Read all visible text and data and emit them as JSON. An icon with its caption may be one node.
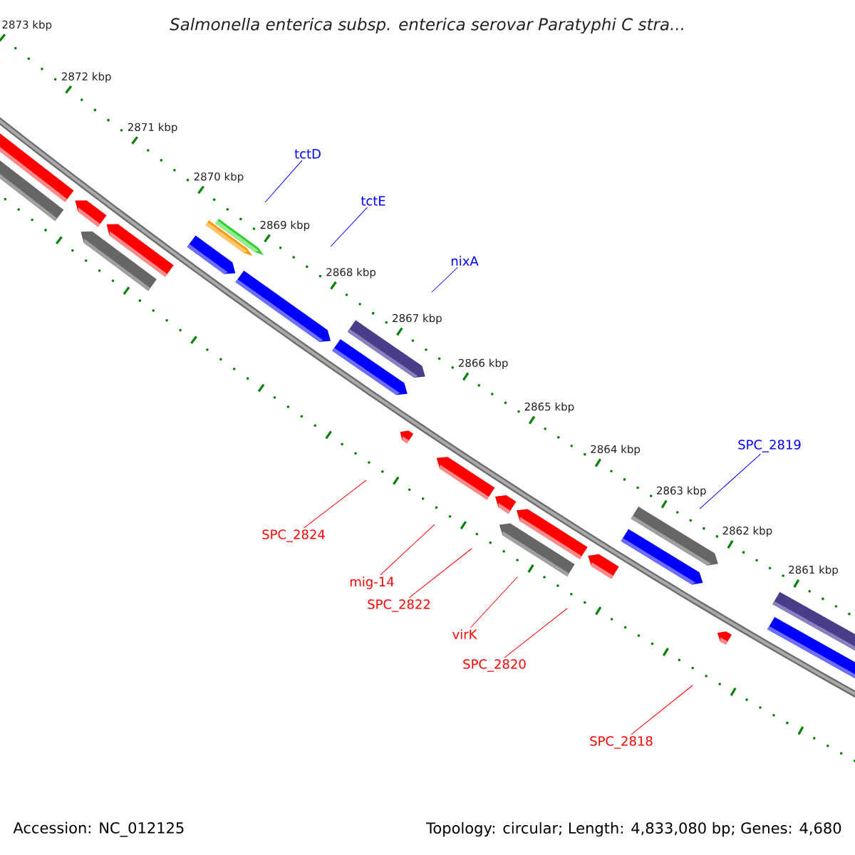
{
  "diagram": {
    "title": "Salmonella enterica subsp. enterica serovar Paratyphi C stra...",
    "nodes": [
      {
        "text": [
          "tctD"
        ]
      },
      {
        "text": [
          "tctE"
        ]
      },
      {
        "text": [
          "nixA"
        ]
      },
      {
        "text": [
          "SPC_2819"
        ]
      },
      {
        "text": [
          "SPC_2824"
        ]
      },
      {
        "text": [
          "mig-14"
        ]
      },
      {
        "text": [
          "SPC_2822"
        ]
      },
      {
        "text": [
          "virK"
        ]
      },
      {
        "text": [
          "SPC_2820"
        ]
      },
      {
        "text": [
          "SPC_2818"
        ]
      }
    ],
    "edges": [
      {
        "from": 0,
        "to": null,
        "arrow": "none",
        "color": "#0000ff"
      },
      {
        "from": 1,
        "to": null,
        "arrow": "none",
        "color": "#0000ff"
      },
      {
        "from": 2,
        "to": null,
        "arrow": "none",
        "color": "#0000ff"
      },
      {
        "from": 3,
        "to": null,
        "arrow": "none",
        "color": "#0000ff"
      },
      {
        "from": 4,
        "to": null,
        "arrow": "none"
      },
      {
        "from": 5,
        "to": null,
        "arrow": "none"
      },
      {
        "from": 6,
        "to": null,
        "arrow": "none"
      },
      {
        "from": 7,
        "to": null,
        "arrow": "none"
      },
      {
        "from": 8,
        "to": null,
        "arrow": "none"
      },
      {
        "from": 9,
        "to": null,
        "arrow": "none"
      }
    ],
    "labels": [
      "2873 kbp",
      "2872 kbp",
      "2871 kbp",
      "2870 kbp",
      "2869 kbp",
      "2868 kbp",
      "2867 kbp",
      "2866 kbp",
      "2865 kbp",
      "2864 kbp",
      "2863 kbp",
      "2862 kbp",
      "2861 kbp",
      "Accession: NC_012125",
      "Topology: circular; Length: 4,833,080 bp; Genes: 4,680"
    ]
  }
}
